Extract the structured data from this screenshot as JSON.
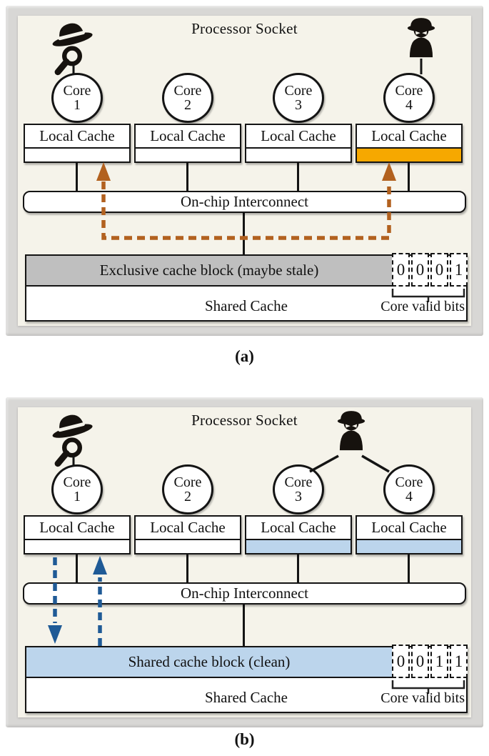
{
  "figure": {
    "colors": {
      "panel_bg": "#f5f3ea",
      "frame_gray": "#d8d7d5",
      "block_gray": "#bfbfbf",
      "highlight_orange": "#f6a800",
      "highlight_blue": "#bcd5ec",
      "arrow_orange": "#b2611f",
      "arrow_blue": "#1f5a96",
      "ink": "#141414"
    },
    "panels": [
      {
        "caption": "(a)",
        "title": "Processor Socket",
        "cores": [
          {
            "label": "Core",
            "num": "1"
          },
          {
            "label": "Core",
            "num": "2"
          },
          {
            "label": "Core",
            "num": "3"
          },
          {
            "label": "Core",
            "num": "4"
          }
        ],
        "local_cache_labels": [
          "Local Cache",
          "Local Cache",
          "Local Cache",
          "Local Cache"
        ],
        "interconnect_label": "On-chip Interconnect",
        "block_label": "Exclusive cache block (maybe stale)",
        "shared_cache_label": "Shared Cache",
        "valid_bits": [
          "0",
          "0",
          "0",
          "1"
        ],
        "valid_bits_caption": "Core valid bits",
        "icons": {
          "attacker_core1": "detective-magnifier",
          "victim_core4": "spy"
        }
      },
      {
        "caption": "(b)",
        "title": "Processor Socket",
        "cores": [
          {
            "label": "Core",
            "num": "1"
          },
          {
            "label": "Core",
            "num": "2"
          },
          {
            "label": "Core",
            "num": "3"
          },
          {
            "label": "Core",
            "num": "4"
          }
        ],
        "local_cache_labels": [
          "Local Cache",
          "Local Cache",
          "Local Cache",
          "Local Cache"
        ],
        "interconnect_label": "On-chip Interconnect",
        "block_label": "Shared cache block (clean)",
        "shared_cache_label": "Shared Cache",
        "valid_bits": [
          "0",
          "0",
          "1",
          "1"
        ],
        "valid_bits_caption": "Core valid bits",
        "icons": {
          "attacker_core1": "detective-magnifier",
          "victim_cores34": "spy"
        }
      }
    ]
  }
}
